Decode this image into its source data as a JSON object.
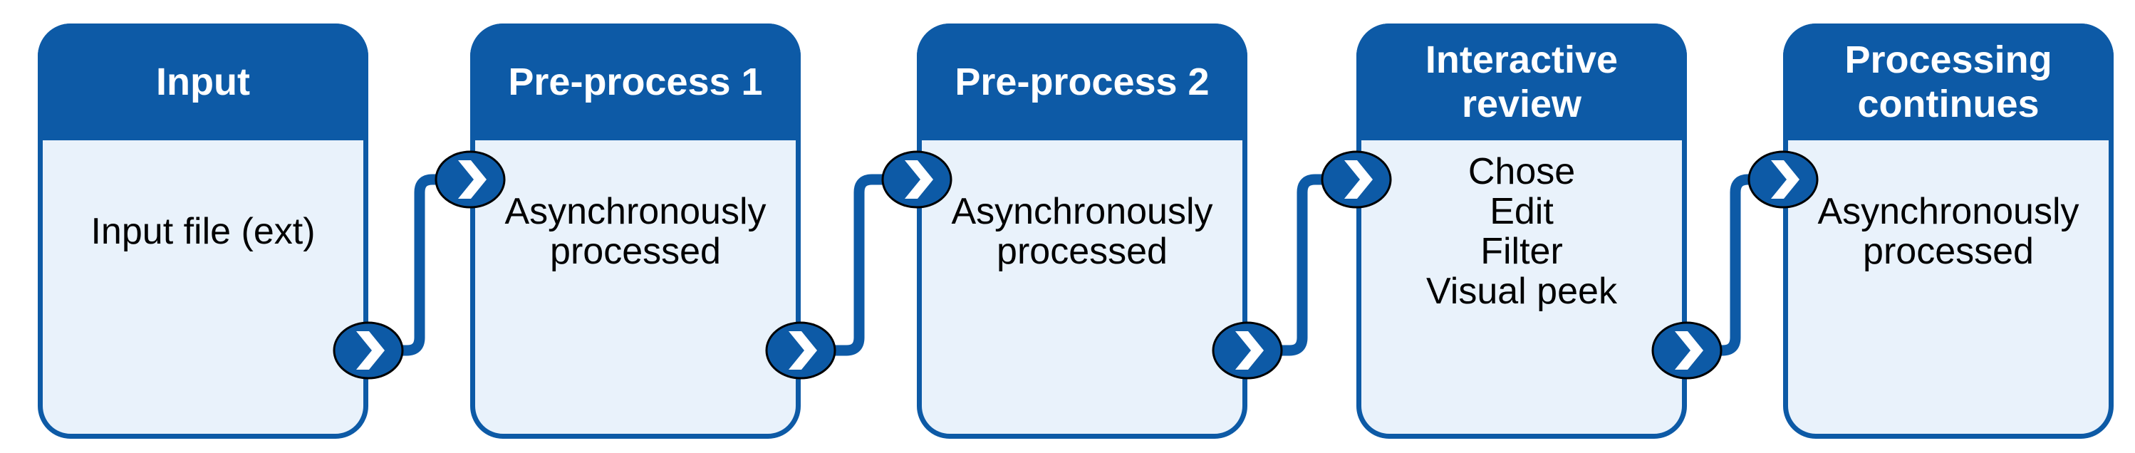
{
  "diagram": {
    "colors": {
      "primary_blue": "#0d5aa6",
      "box_fill": "#e9f2fb",
      "header_text": "#ffffff",
      "body_text": "#000000",
      "badge_ring": "#000000",
      "chevron": "#ffffff",
      "background": "#ffffff"
    },
    "stages": [
      {
        "id": "input",
        "title_lines": [
          "Input"
        ],
        "body_lines": [
          "Input file (ext)"
        ]
      },
      {
        "id": "pre-process-1",
        "title_lines": [
          "Pre-process 1"
        ],
        "body_lines": [
          "Asynchronously",
          "processed"
        ]
      },
      {
        "id": "pre-process-2",
        "title_lines": [
          "Pre-process 2"
        ],
        "body_lines": [
          "Asynchronously",
          "processed"
        ]
      },
      {
        "id": "interactive-review",
        "title_lines": [
          "Interactive",
          "review"
        ],
        "body_lines": [
          "Chose",
          "Edit",
          "Filter",
          "Visual peek"
        ]
      },
      {
        "id": "processing-continues",
        "title_lines": [
          "Processing",
          "continues"
        ],
        "body_lines": [
          "Asynchronously",
          "processed"
        ]
      }
    ],
    "connectors": [
      {
        "from": "input",
        "to": "pre-process-1",
        "start_icon": "chevron-right-icon",
        "end_icon": "chevron-right-icon"
      },
      {
        "from": "pre-process-1",
        "to": "pre-process-2",
        "start_icon": "chevron-right-icon",
        "end_icon": "chevron-right-icon"
      },
      {
        "from": "pre-process-2",
        "to": "interactive-review",
        "start_icon": "chevron-right-icon",
        "end_icon": "chevron-right-icon"
      },
      {
        "from": "interactive-review",
        "to": "processing-continues",
        "start_icon": "chevron-right-icon",
        "end_icon": "chevron-right-icon"
      }
    ]
  }
}
